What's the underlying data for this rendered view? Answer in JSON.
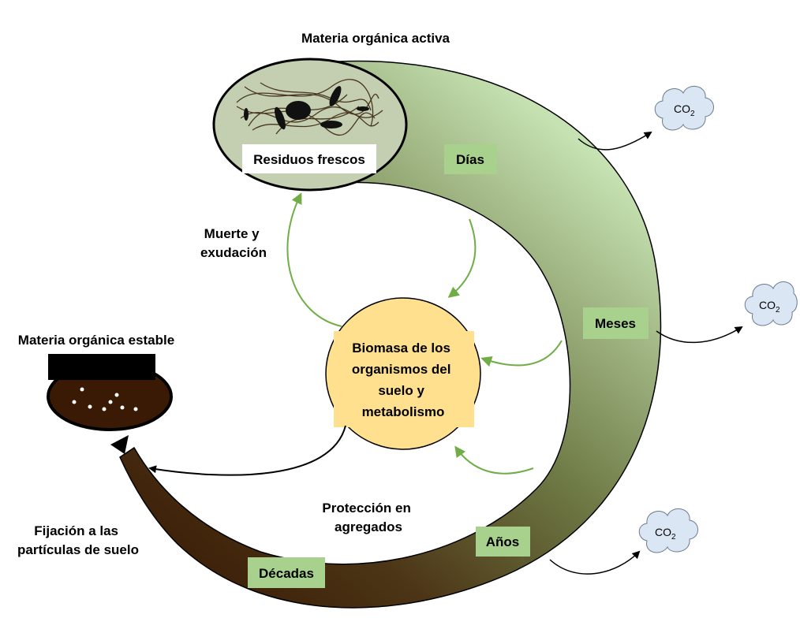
{
  "title": "Materia orgánica activa",
  "residues_label": "Residuos frescos",
  "biomass_label": [
    "Biomasa de los",
    "organismos del",
    "suelo y",
    "metabolismo"
  ],
  "stable_label": "Materia orgánica estable",
  "death_label": [
    "Muerte y",
    "exudación"
  ],
  "fixation_label": [
    "Fijación a las",
    "partículas de suelo"
  ],
  "protection_label": [
    "Protección en",
    "agregados"
  ],
  "timescales": [
    "Días",
    "Meses",
    "Años",
    "Décadas"
  ],
  "co2_labels": [
    "CO",
    "CO",
    "CO"
  ],
  "co2_subscript": "2",
  "colors": {
    "band_light": "#c2dfae",
    "band_mid": "#5e6a3b",
    "band_dark": "#3b1e08",
    "time_box": "#a9d18e",
    "biomass": "#ffe08f",
    "cloud": "#dae6f4",
    "arrow_green": "#70ad47"
  }
}
